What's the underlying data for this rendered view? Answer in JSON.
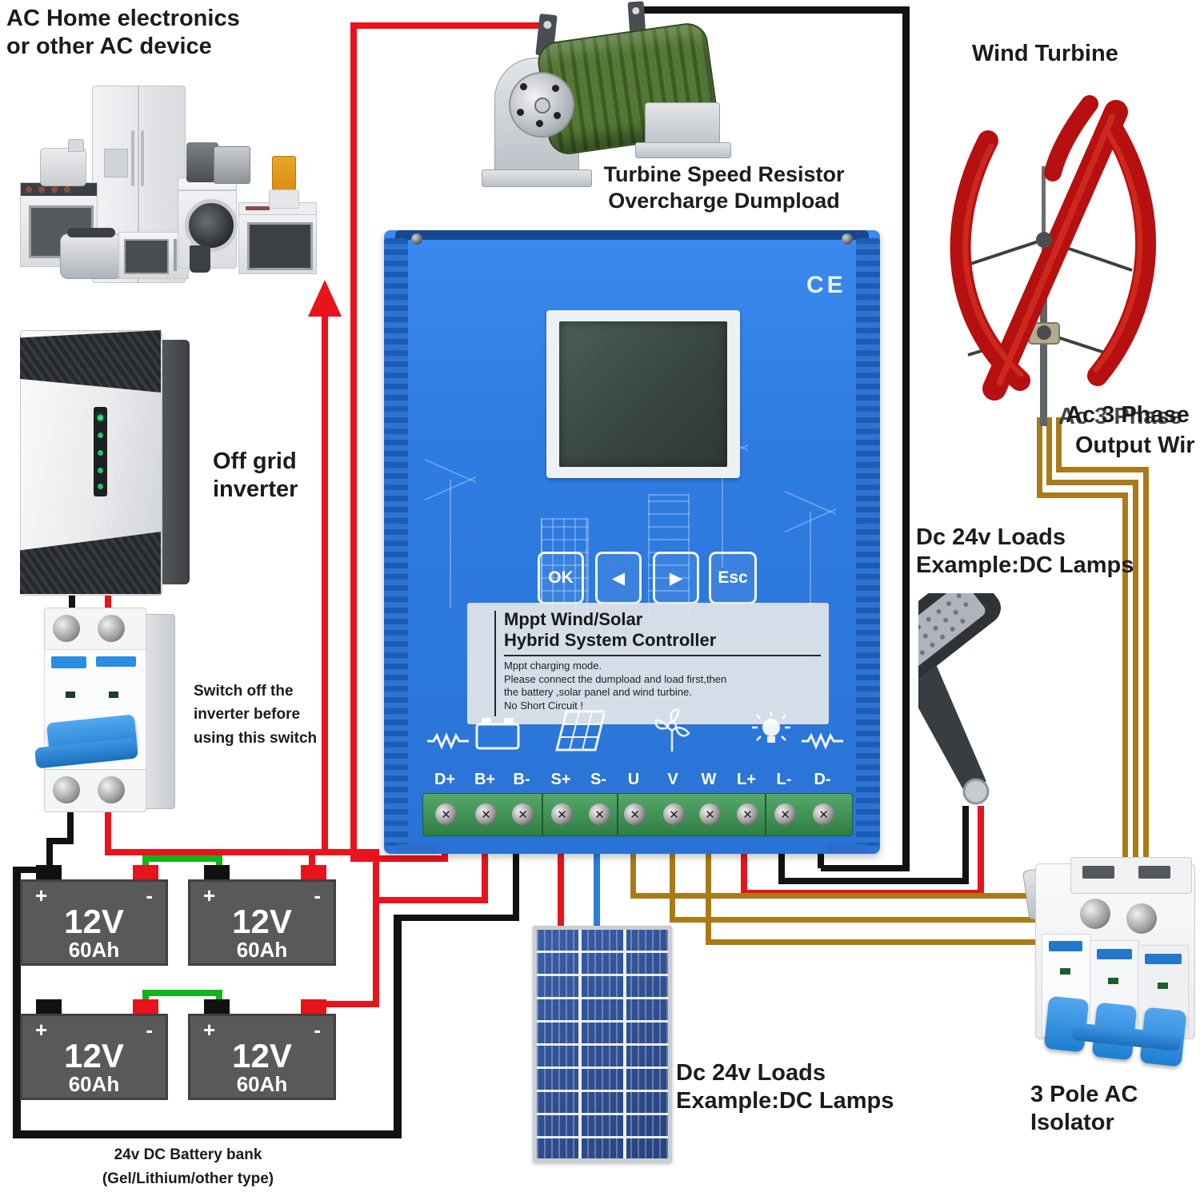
{
  "palette": {
    "wire_red": "#e8131b",
    "wire_black": "#121212",
    "wire_green": "#12b41c",
    "wire_blue": "#2a7fd4",
    "wire_3phase_brown": "#a97b18",
    "controller_blue": "#2f7de2",
    "terminal_green": "#2e7d44",
    "battery_gray": "#595959",
    "dumpload_green": "#4a6b2e",
    "turbine_red": "#bf1010",
    "breaker_blue": "#2b8de2",
    "solar_blue": "#2e4f94"
  },
  "appliances": {
    "title_line1": "AC Home electronics",
    "title_line2": "or other AC device"
  },
  "dumpload": {
    "caption_line1": "Turbine Speed Resistor",
    "caption_line2": "Overcharge Dumpload"
  },
  "wind_turbine": {
    "title": "Wind Turbine",
    "output_line1": "Ac 3 Phase",
    "output_line2": "Output Wir"
  },
  "inverter": {
    "caption_line1": "Off grid",
    "caption_line2": "inverter"
  },
  "breaker": {
    "note_line1": "Switch off the",
    "note_line2": "inverter before",
    "note_line3": "using this switch"
  },
  "battery_bank": {
    "caption_line1": "24v DC Battery bank",
    "caption_line2": "(Gel/Lithium/other type)",
    "unit_voltage": "12V",
    "unit_capacity": "60Ah",
    "plus": "+",
    "minus": "-"
  },
  "solar_loads": {
    "line1": "Dc 24v Loads",
    "line2": "Example:DC Lamps"
  },
  "dc_loads_right": {
    "line1": "Dc 24v Loads",
    "line2": "Example:DC Lamps"
  },
  "isolator": {
    "caption_line1": "3 Pole AC",
    "caption_line2": "Isolator"
  },
  "controller": {
    "ce_mark": "CE",
    "buttons": {
      "ok": "OK",
      "prev": "◀",
      "next": "▶",
      "esc": "Esc"
    },
    "label": {
      "title_line1": "Mppt Wind/Solar",
      "title_line2": "Hybrid System Controller",
      "body_line1": "Mppt charging mode.",
      "body_line2": "Please connect the dumpload and load first,then",
      "body_line3": "the battery ,solar panel and wind turbine.",
      "body_line4": "No Short Circuit !"
    },
    "terminals": [
      "D+",
      "B+",
      "B-",
      "S+",
      "S-",
      "U",
      "V",
      "W",
      "L+",
      "L-",
      "D-"
    ],
    "icons": {
      "left": "resistor-icon",
      "battery": "battery-icon",
      "solar": "solar-panel-icon",
      "wind": "wind-turbine-icon",
      "load": "lamp-icon",
      "right": "resistor-icon"
    }
  }
}
